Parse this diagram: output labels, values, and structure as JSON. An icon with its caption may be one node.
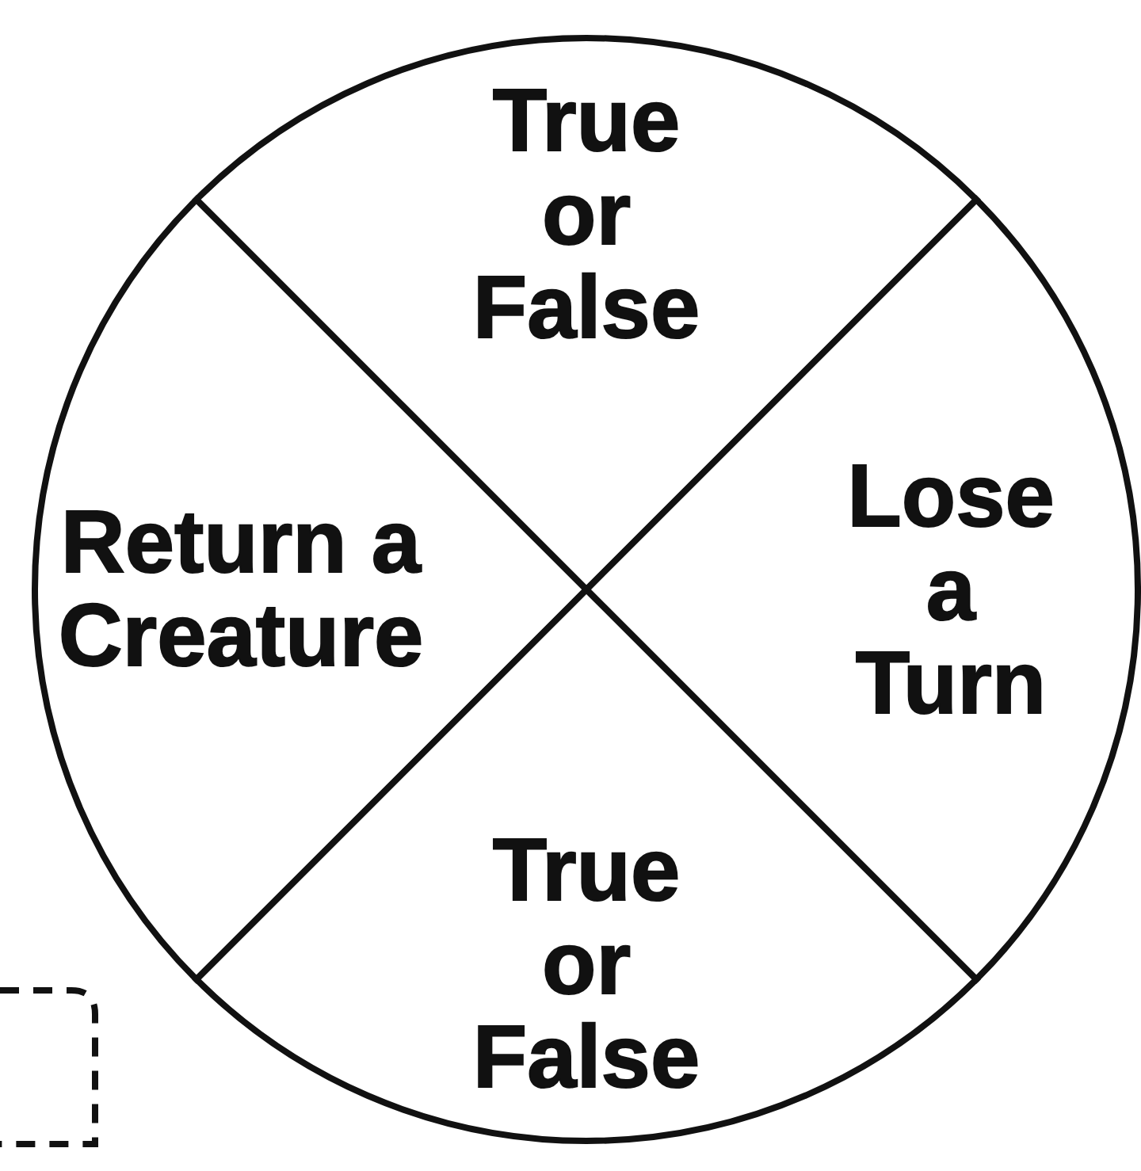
{
  "diagram": {
    "nodes": [
      {
        "text": [
          "True or False"
        ]
      },
      {
        "text": [
          "Return a Creature"
        ]
      },
      {
        "text": [
          "Lose a Turn"
        ]
      },
      {
        "text": [
          "True or False"
        ]
      }
    ]
  }
}
